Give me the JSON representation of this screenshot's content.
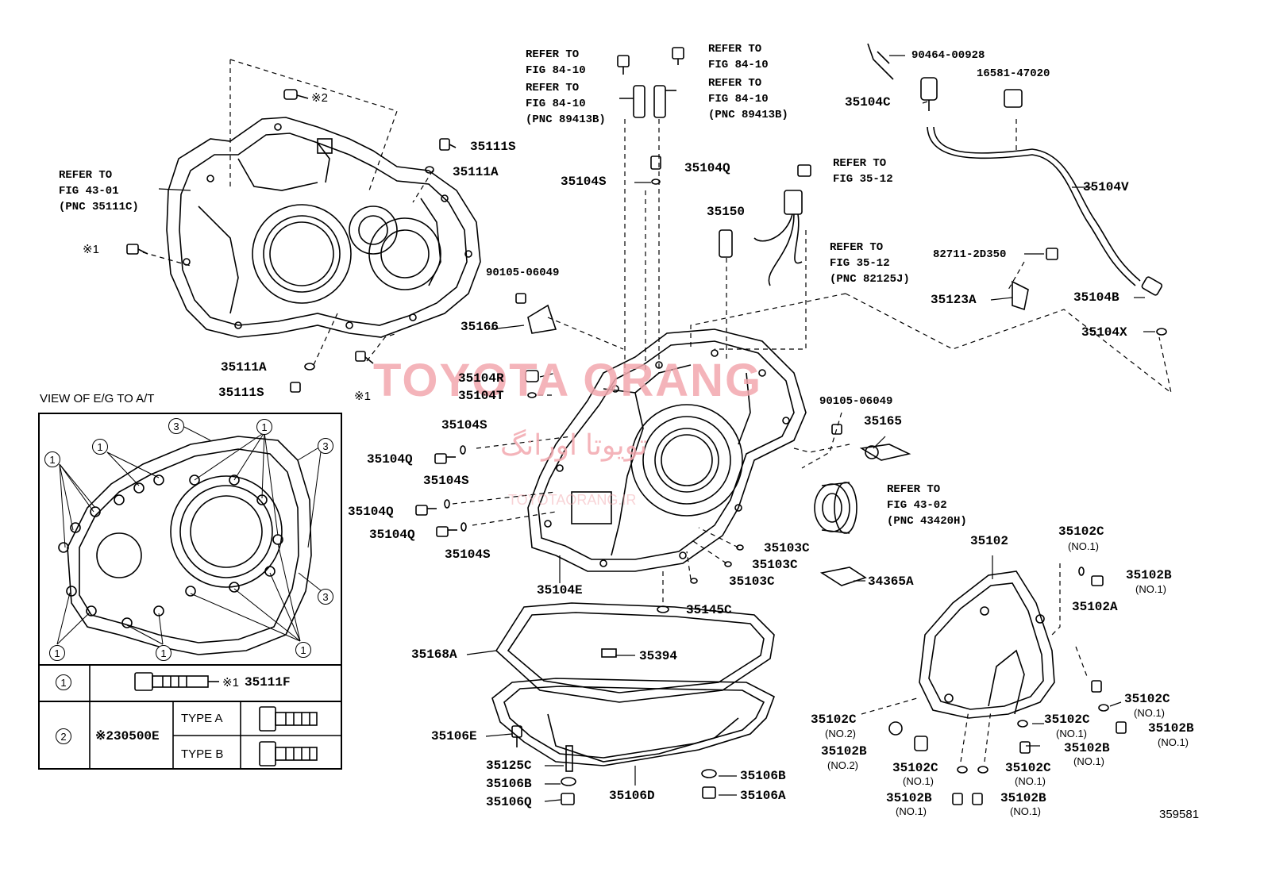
{
  "watermark": {
    "main": "TOYOTA ORANG",
    "arabic": "تويوتا اورانگ",
    "sub": "TOYOTAORANG.IR"
  },
  "figure_id": "359581",
  "view_title": "VIEW OF E/G TO A/T",
  "references": {
    "fig_43_01": "REFER TO\nFIG 43-01\n(PNC 35111C)",
    "fig_84_10_a": "REFER TO\nFIG 84-10",
    "fig_84_10_b": "REFER TO\nFIG 84-10",
    "fig_84_10_c": "REFER TO\nFIG 84-10\n(PNC 89413B)",
    "fig_84_10_d": "REFER TO\nFIG 84-10\n(PNC 89413B)",
    "fig_35_12_a": "REFER TO\nFIG 35-12",
    "fig_35_12_b": "REFER TO\nFIG 35-12\n(PNC 82125J)",
    "fig_43_02": "REFER TO\nFIG 43-02\n(PNC 43420H)"
  },
  "labels": {
    "p35111S_top": "35111S",
    "p35111A_top": "35111A",
    "mark2_top": "※2",
    "mark1_left": "※1",
    "p35111A_bot": "35111A",
    "p35111S_bot": "35111S",
    "mark1_bot": "※1",
    "p35104S_a": "35104S",
    "p35104Q_a": "35104Q",
    "p35150": "35150",
    "p90105_a": "90105-06049",
    "p35166": "35166",
    "p35104R": "35104R",
    "p35104T": "35104T",
    "p35104S_b": "35104S",
    "p35104Q_b": "35104Q",
    "p35104S_c": "35104S",
    "p35104Q_c": "35104Q",
    "p35104Q_d": "35104Q",
    "p35104S_d": "35104S",
    "p35104E": "35104E",
    "p90464": "90464-00928",
    "p16581": "16581-47020",
    "p35104C": "35104C",
    "p35104V": "35104V",
    "p82711": "82711-2D350",
    "p35123A": "35123A",
    "p35104B": "35104B",
    "p35104X": "35104X",
    "p90105_b": "90105-06049",
    "p35165": "35165",
    "p35103C_a": "35103C",
    "p35103C_b": "35103C",
    "p35103C_c": "35103C",
    "p34365A": "34365A",
    "p35145C": "35145C",
    "p35168A": "35168A",
    "p35394": "35394",
    "p35106E": "35106E",
    "p35125C": "35125C",
    "p35106B_a": "35106B",
    "p35106Q": "35106Q",
    "p35106D": "35106D",
    "p35106B_b": "35106B",
    "p35106A": "35106A",
    "p35102": "35102",
    "p35102C_a": "35102C",
    "p35102B_a": "35102B",
    "p35102A": "35102A",
    "p35102C_b": "35102C",
    "p35102C_c": "35102C",
    "p35102B_b": "35102B",
    "p35102C_d": "35102C",
    "p35102B_c": "35102B",
    "p35102B_d": "35102B",
    "p35102C_e": "35102C",
    "p35102C_f": "35102C",
    "p35102B_e": "35102B",
    "p35102B_f": "35102B"
  },
  "sublabels": {
    "no1_a": "(NO.1)",
    "no1_b": "(NO.1)",
    "no2_a": "(NO.2)",
    "no2_b": "(NO.2)",
    "no1_c": "(NO.1)",
    "no1_d": "(NO.1)",
    "no1_e": "(NO.1)",
    "no1_f": "(NO.1)",
    "no1_g": "(NO.1)",
    "no1_h": "(NO.1)",
    "no1_i": "(NO.1)"
  },
  "legend": {
    "row1": {
      "num": "1",
      "mark": "※1",
      "part": "35111F"
    },
    "row2": {
      "num": "2",
      "part": "※230500E",
      "type_a": "TYPE A",
      "type_b": "TYPE B"
    }
  },
  "callout_numbers": [
    "1",
    "2",
    "3"
  ]
}
